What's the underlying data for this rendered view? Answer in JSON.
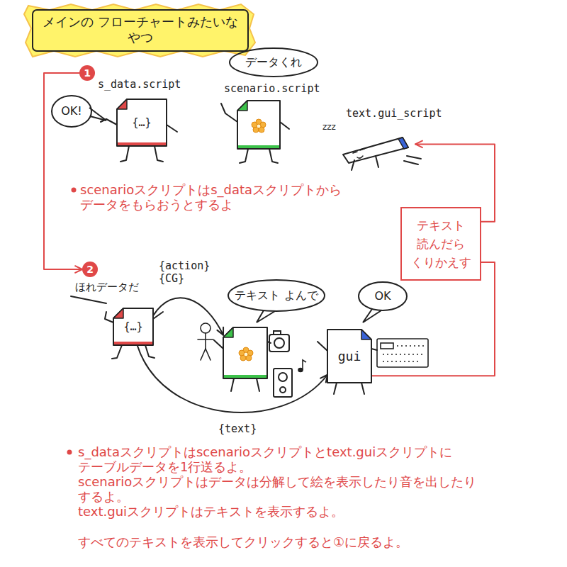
{
  "diagram": {
    "title": "メインの フローチャートみたいな やつ",
    "nodes": [
      {
        "text": [
          "1"
        ]
      },
      {
        "text": [
          "s_data.script",
          "OK!",
          "{…}"
        ]
      },
      {
        "text": [
          "データくれ",
          "scenario.script"
        ]
      },
      {
        "text": [
          "text.gui_script"
        ]
      },
      {
        "text": [
          "テキスト 読んだら くりかえす"
        ]
      },
      {
        "text": [
          "2"
        ]
      },
      {
        "text": [
          "ほれデータだ",
          "{…}"
        ]
      },
      {
        "text": [
          "テキスト よんで"
        ]
      },
      {
        "text": [
          "OK",
          "gui"
        ]
      }
    ],
    "edges": [
      {
        "from": 0,
        "to": 5,
        "arrow": "to"
      },
      {
        "from": 6,
        "to": 7,
        "label": "{action} {CG}",
        "arrow": "to"
      },
      {
        "from": 6,
        "to": 8,
        "label": "{text}",
        "arrow": "to"
      },
      {
        "from": 8,
        "to": 4,
        "arrow": "none"
      },
      {
        "from": 4,
        "to": 3,
        "arrow": "to"
      }
    ],
    "labels": [
      "zzz",
      "scenarioスクリプトはs_dataスクリプトから データをもらおうとするよ",
      "s_dataスクリプトはscenarioスクリプトとtext.guiスクリプトに テーブルデータを1行送るよ。",
      "scenarioスクリプトはデータは分解して絵を表示したり音を出したりするよ。",
      "text.guiスクリプトはテキストを表示するよ。",
      "すべてのテキストを表示してクリックすると①に戻るよ。"
    ]
  }
}
